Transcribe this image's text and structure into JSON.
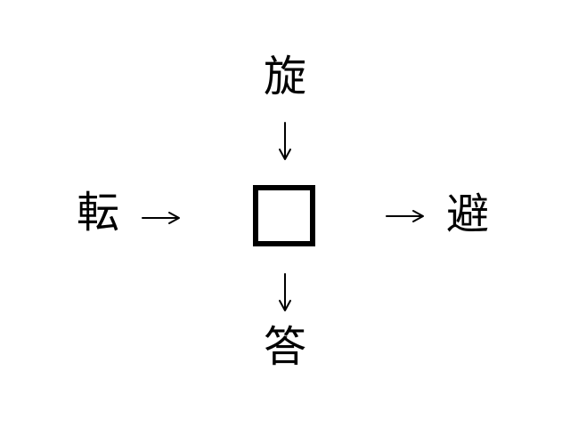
{
  "background_color": "#ffffff",
  "ink_color": "#000000",
  "puzzle": {
    "top_kanji": "旋",
    "left_kanji": "転",
    "right_kanji": "避",
    "bottom_kanji": "答",
    "center_box_value": ""
  },
  "icons": {
    "arrow_right": "→",
    "arrow_down": "↓"
  }
}
